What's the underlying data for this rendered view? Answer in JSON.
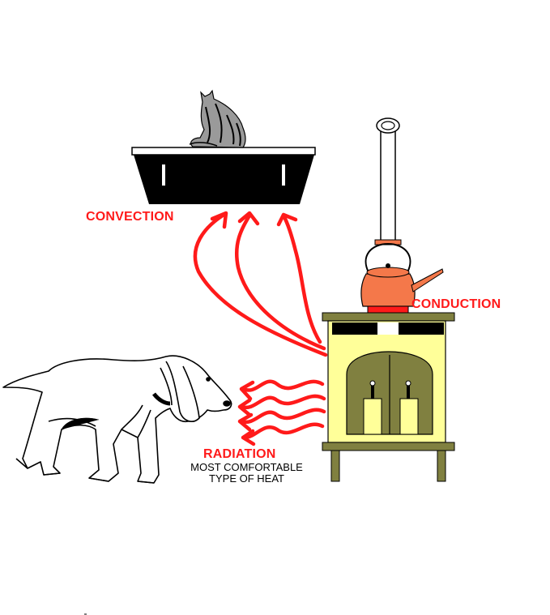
{
  "labels": {
    "convection": "CONVECTION",
    "conduction": "CONDUCTION",
    "radiation": "RADIATION",
    "radiation_note_line1": "MOST COMFORTABLE",
    "radiation_note_line2": "TYPE OF HEAT"
  },
  "colors": {
    "arrow": "#ff1a1a",
    "label_red": "#ff1a1a",
    "stove_body": "#ffff99",
    "stove_trim": "#808040",
    "kettle": "#f4784a",
    "shelf": "#000000"
  }
}
